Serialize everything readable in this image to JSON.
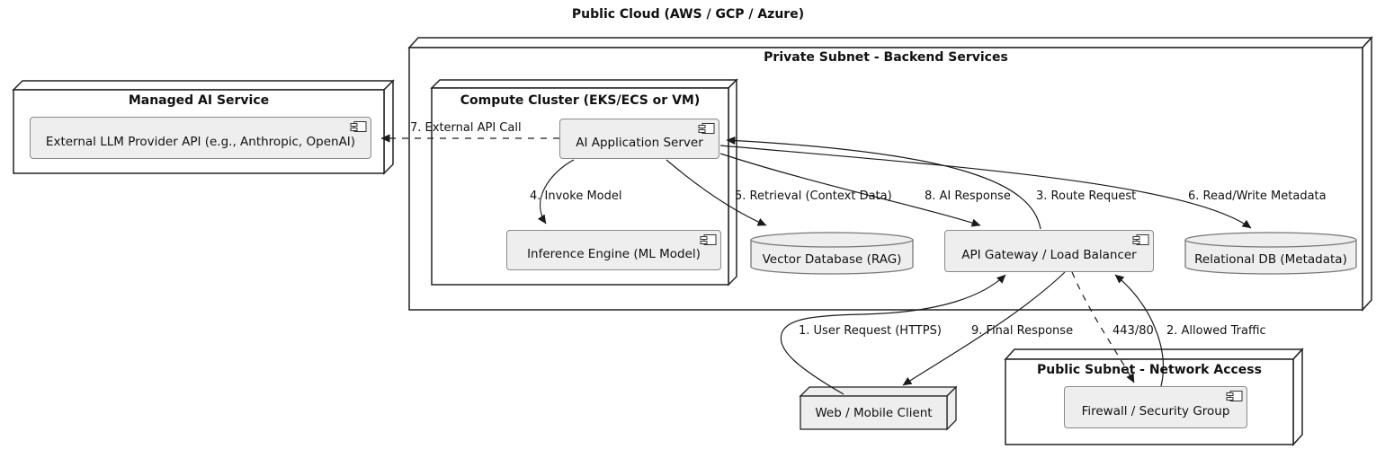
{
  "title": "Public Cloud (AWS / GCP / Azure)",
  "nodes": {
    "private_subnet": {
      "title": "Private Subnet - Backend Services"
    },
    "managed_ai": {
      "title": "Managed AI Service"
    },
    "compute_cluster": {
      "title": "Compute Cluster (EKS/ECS or VM)"
    },
    "public_subnet": {
      "title": "Public Subnet - Network Access"
    },
    "web_client": {
      "label": "Web / Mobile Client"
    }
  },
  "components": {
    "llm_api": {
      "label": "External LLM Provider API (e.g., Anthropic, OpenAI)"
    },
    "ai_server": {
      "label": "AI Application Server"
    },
    "inference_engine": {
      "label": "Inference Engine (ML Model)"
    },
    "api_gateway": {
      "label": "API Gateway / Load Balancer"
    },
    "firewall": {
      "label": "Firewall / Security Group"
    }
  },
  "databases": {
    "vector_db": {
      "label": "Vector Database (RAG)"
    },
    "relational_db": {
      "label": "Relational DB (Metadata)"
    }
  },
  "edges": {
    "user_request": {
      "label": "1. User Request (HTTPS)",
      "style": "solid"
    },
    "allowed_traffic": {
      "label": "2. Allowed Traffic",
      "style": "solid"
    },
    "route_request": {
      "label": "3. Route Request",
      "style": "solid"
    },
    "invoke_model": {
      "label": "4. Invoke Model",
      "style": "solid"
    },
    "retrieval": {
      "label": "5. Retrieval (Context Data)",
      "style": "solid"
    },
    "read_write_metadata": {
      "label": "6. Read/Write Metadata",
      "style": "solid"
    },
    "external_api_call": {
      "label": "7. External API Call",
      "style": "dashed"
    },
    "ai_response": {
      "label": "8. AI Response",
      "style": "solid"
    },
    "final_response": {
      "label": "9. Final Response",
      "style": "solid"
    },
    "port_traffic": {
      "label": "443/80",
      "style": "dashed"
    }
  },
  "colors": {
    "background": "#ffffff",
    "node_fill": "#ffffff",
    "small_node_fill": "#eeeeee",
    "component_fill": "#eeeeee",
    "node_border": "#222222",
    "component_border": "#8a8a8a",
    "edge_line": "#1a1a1a",
    "text": "#111111"
  }
}
